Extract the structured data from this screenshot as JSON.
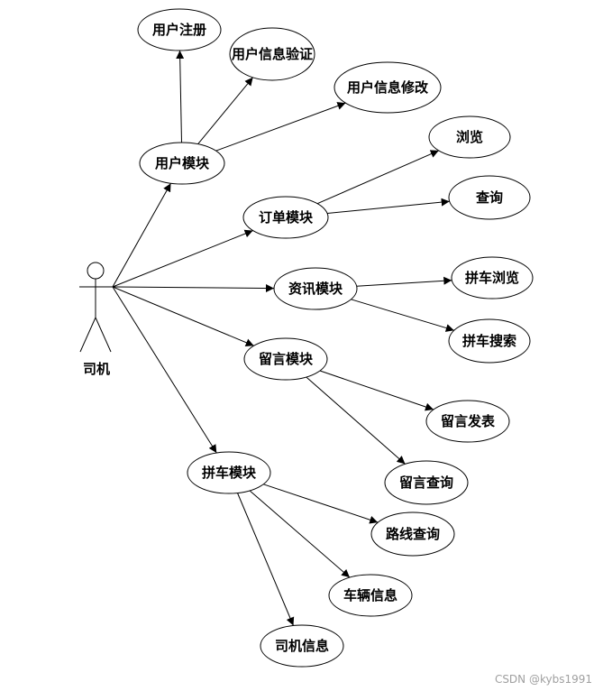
{
  "actor": {
    "label": "司机"
  },
  "nodes": {
    "user_register": "用户注册",
    "user_verify": "用户信息验证",
    "user_modify": "用户信息修改",
    "user_module": "用户模块",
    "browse": "浏览",
    "query": "查询",
    "order_module": "订单模块",
    "info_module": "资讯模块",
    "carpool_browse": "拼车浏览",
    "carpool_search": "拼车搜索",
    "message_module": "留言模块",
    "message_post": "留言发表",
    "message_query": "留言查询",
    "carpool_module": "拼车模块",
    "route_query": "路线查询",
    "vehicle_info": "车辆信息",
    "driver_info": "司机信息"
  },
  "edges": [
    [
      "actor",
      "user_module"
    ],
    [
      "actor",
      "order_module"
    ],
    [
      "actor",
      "info_module"
    ],
    [
      "actor",
      "message_module"
    ],
    [
      "actor",
      "carpool_module"
    ],
    [
      "user_module",
      "user_register"
    ],
    [
      "user_module",
      "user_verify"
    ],
    [
      "user_module",
      "user_modify"
    ],
    [
      "order_module",
      "browse"
    ],
    [
      "order_module",
      "query"
    ],
    [
      "info_module",
      "carpool_browse"
    ],
    [
      "info_module",
      "carpool_search"
    ],
    [
      "message_module",
      "message_post"
    ],
    [
      "message_module",
      "message_query"
    ],
    [
      "carpool_module",
      "route_query"
    ],
    [
      "carpool_module",
      "vehicle_info"
    ],
    [
      "carpool_module",
      "driver_info"
    ]
  ],
  "watermark": "CSDN @kybs1991"
}
